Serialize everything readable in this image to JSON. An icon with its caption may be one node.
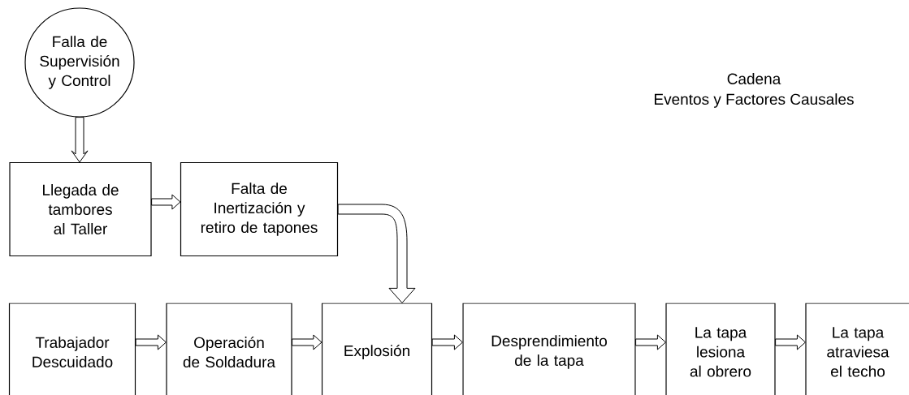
{
  "diagram": {
    "title": "Cadena",
    "nodes": [
      {
        "text": [
          "Falla de Supervisión y Control"
        ]
      },
      {
        "text": [
          "Llegada de tambores al Taller"
        ]
      },
      {
        "text": [
          "Falta de Inertización y retiro de tapones"
        ]
      },
      {
        "text": [
          "Trabajador Descuidado"
        ]
      },
      {
        "text": [
          "Operación de Soldadura"
        ]
      },
      {
        "text": [
          "Explosión"
        ]
      },
      {
        "text": [
          "Desprendimiento de la tapa"
        ]
      },
      {
        "text": [
          "La tapa lesiona al obrero"
        ]
      },
      {
        "text": [
          "La tapa atraviesa el techo"
        ]
      }
    ],
    "edges": [
      {
        "from": 0,
        "to": 1,
        "arrow": "to"
      },
      {
        "from": 1,
        "to": 2,
        "arrow": "to"
      },
      {
        "from": 2,
        "to": 5,
        "arrow": "to"
      },
      {
        "from": 3,
        "to": 4,
        "arrow": "to"
      },
      {
        "from": 4,
        "to": 5,
        "arrow": "to"
      },
      {
        "from": 5,
        "to": 6,
        "arrow": "to"
      },
      {
        "from": 6,
        "to": 7,
        "arrow": "to"
      },
      {
        "from": 7,
        "to": 8,
        "arrow": "to"
      }
    ],
    "labels": [
      "Eventos y Factores Causales"
    ]
  }
}
